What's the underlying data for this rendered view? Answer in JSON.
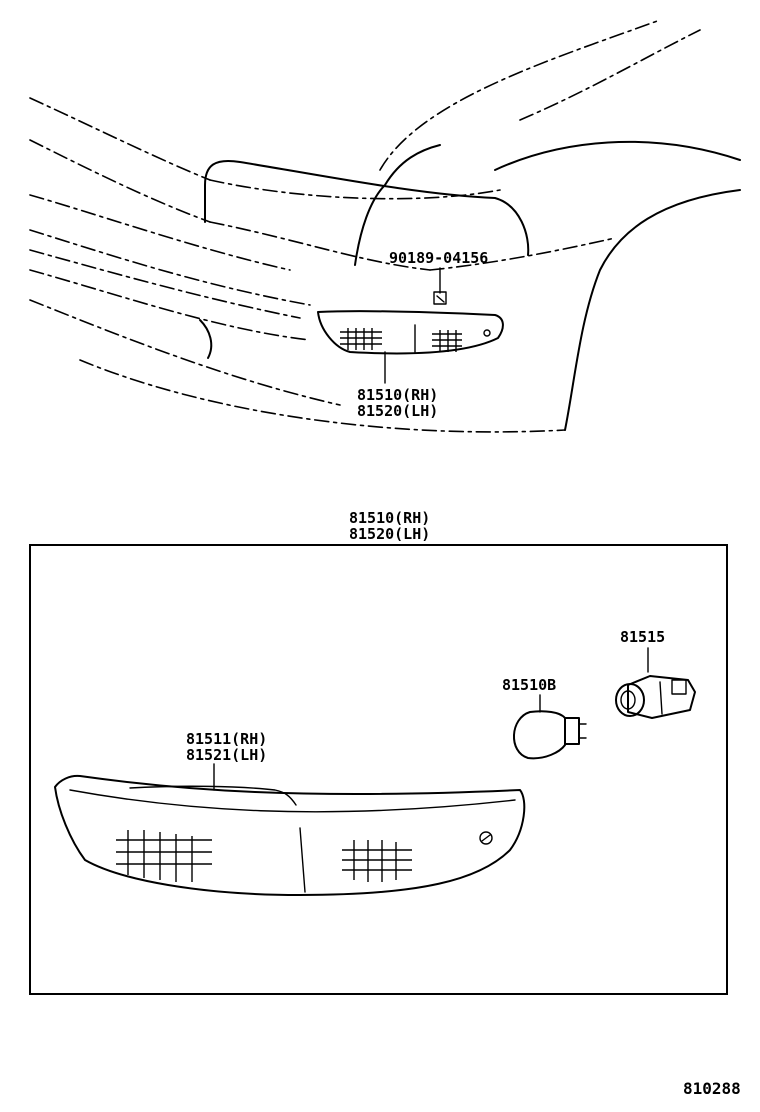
{
  "diagram_number": "810288",
  "upper_view": {
    "clip_part_number": "90189-04156",
    "lamp_assembly_rh": "81510(RH)",
    "lamp_assembly_lh": "81520(LH)"
  },
  "exploded_view": {
    "assembly_rh": "81510(RH)",
    "assembly_lh": "81520(LH)",
    "lens_rh": "81511(RH)",
    "lens_lh": "81521(LH)",
    "bulb": "81510B",
    "socket": "81515"
  }
}
